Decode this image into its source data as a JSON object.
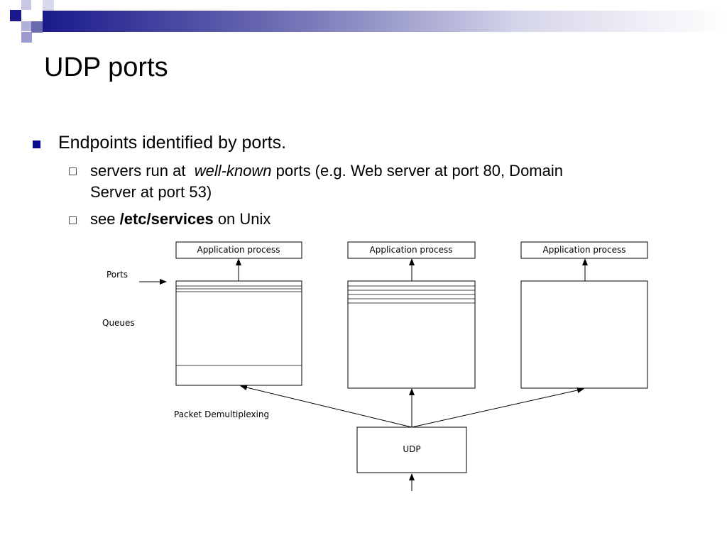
{
  "slide": {
    "title": "UDP ports"
  },
  "bullets": {
    "level1": "Endpoints identified by ports.",
    "item1": {
      "pre": "servers run at  ",
      "emph": "well-known",
      "post_line1": " ports (e.g. Web server at port 80, Domain",
      "line2": "Server at port 53)"
    },
    "item2": {
      "pre": "see ",
      "bold": "/etc/services",
      "post": " on Unix"
    }
  },
  "diagram": {
    "app_process_label": "Application process",
    "ports_label": "Ports",
    "queues_label": "Queues",
    "demux_label": "Packet Demultiplexing",
    "udp_label": "UDP"
  },
  "colors": {
    "bullet_marker": "#0b0b8a",
    "header_dark": "#1a1a8c",
    "header_light": "#ffffff"
  }
}
